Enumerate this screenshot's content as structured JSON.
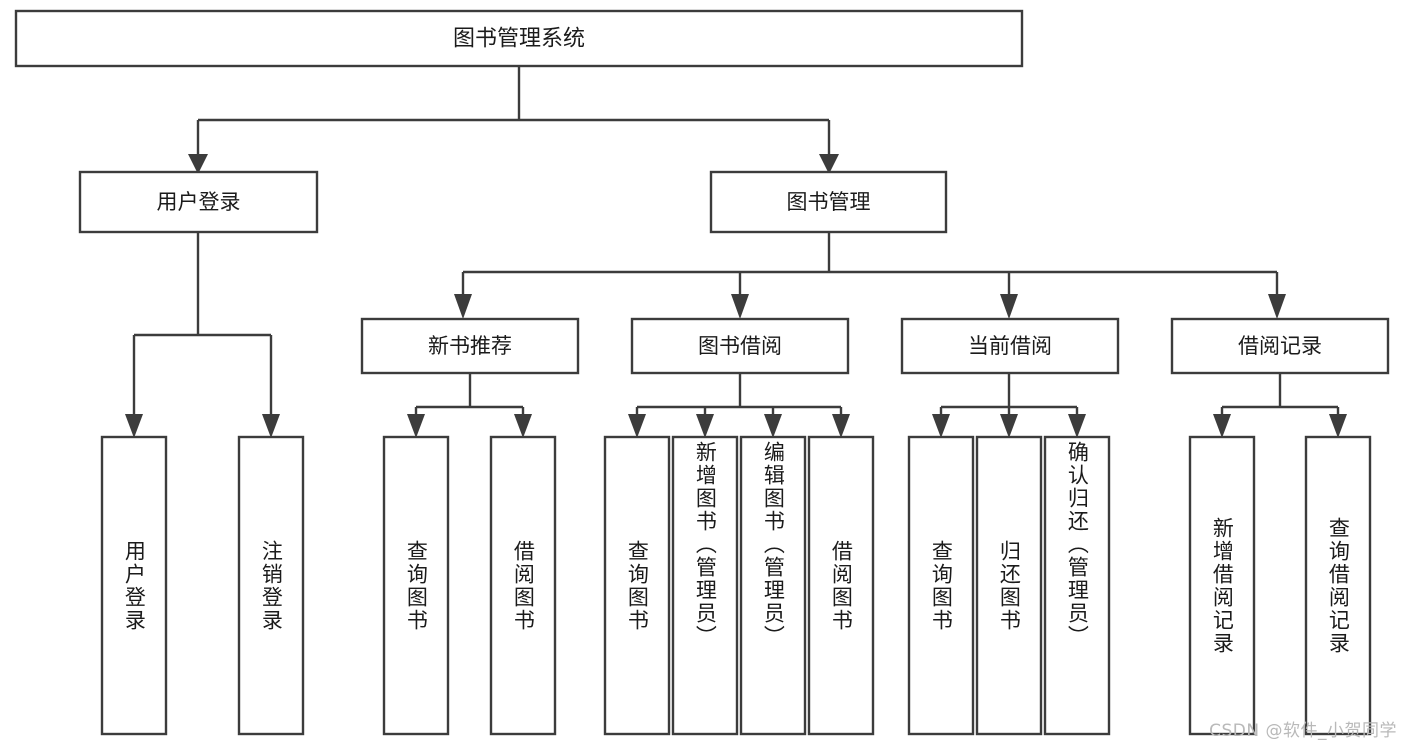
{
  "diagram": {
    "type": "tree",
    "title": "图书管理系统",
    "orientation": "top-down",
    "colors": {
      "box_fill": "#ffffff",
      "box_stroke": "#3c3c3c",
      "connector": "#3c3c3c",
      "text": "#1b1b1b",
      "watermark": "#b9b9b9",
      "background": "#ffffff"
    },
    "root": {
      "label": "图书管理系统"
    },
    "level2": [
      {
        "label": "用户登录"
      },
      {
        "label": "图书管理"
      }
    ],
    "level3": [
      {
        "label": "新书推荐"
      },
      {
        "label": "图书借阅"
      },
      {
        "label": "当前借阅"
      },
      {
        "label": "借阅记录"
      }
    ],
    "leaves": {
      "user_login": [
        {
          "label": "用户登录"
        },
        {
          "label": "注销登录"
        }
      ],
      "new_book_recommend": [
        {
          "label": "查询图书"
        },
        {
          "label": "借阅图书"
        }
      ],
      "book_borrow": [
        {
          "label": "查询图书"
        },
        {
          "label": "新增图书（管理员）"
        },
        {
          "label": "编辑图书（管理员）"
        },
        {
          "label": "借阅图书"
        }
      ],
      "current_borrow": [
        {
          "label": "查询图书"
        },
        {
          "label": "归还图书"
        },
        {
          "label": "确认归还（管理员）"
        }
      ],
      "borrow_record": [
        {
          "label": "新增借阅记录"
        },
        {
          "label": "查询借阅记录"
        }
      ]
    }
  },
  "watermark": {
    "text": "CSDN @软件_小贺同学"
  }
}
